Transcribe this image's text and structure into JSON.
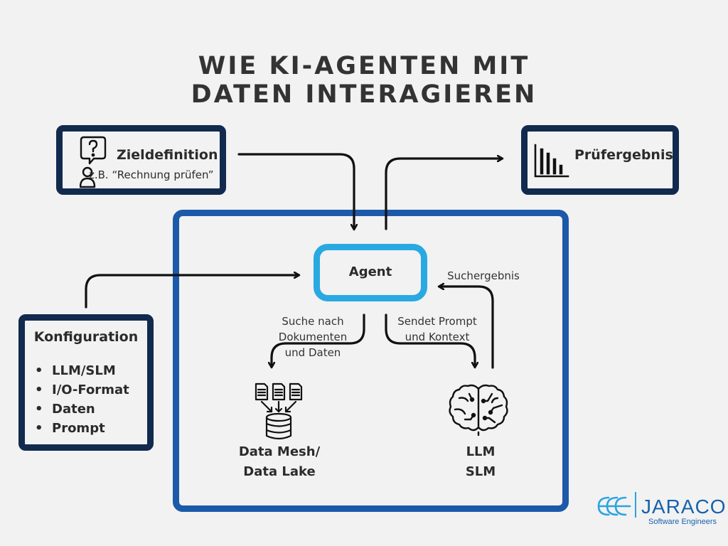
{
  "title": {
    "line1": "WIE KI-AGENTEN MIT",
    "line2": "DATEN INTERAGIEREN"
  },
  "goal": {
    "label": "Zieldefinition",
    "example": "z.B. “Rechnung prüfen”"
  },
  "result": {
    "label": "Prüfergebnis"
  },
  "agent": {
    "label": "Agent"
  },
  "config": {
    "heading": "Konfiguration",
    "items": [
      "LLM/SLM",
      "I/O-Format",
      "Daten",
      "Prompt"
    ]
  },
  "edges": {
    "search": [
      "Suche nach",
      "Dokumenten",
      "und Daten"
    ],
    "prompt": [
      "Sendet Prompt",
      "und Kontext"
    ],
    "result": "Suchergebnis"
  },
  "datastore": {
    "line1": "Data Mesh/",
    "line2": "Data Lake"
  },
  "model": {
    "line1": "LLM",
    "line2": "SLM"
  },
  "logo": {
    "name": "JARACO",
    "tagline": "Software Engineers"
  },
  "colors": {
    "dark_navy": "#112a4e",
    "main_blue": "#1a5aa8",
    "agent_cyan": "#29a9e1",
    "background": "#f2f2f2"
  }
}
